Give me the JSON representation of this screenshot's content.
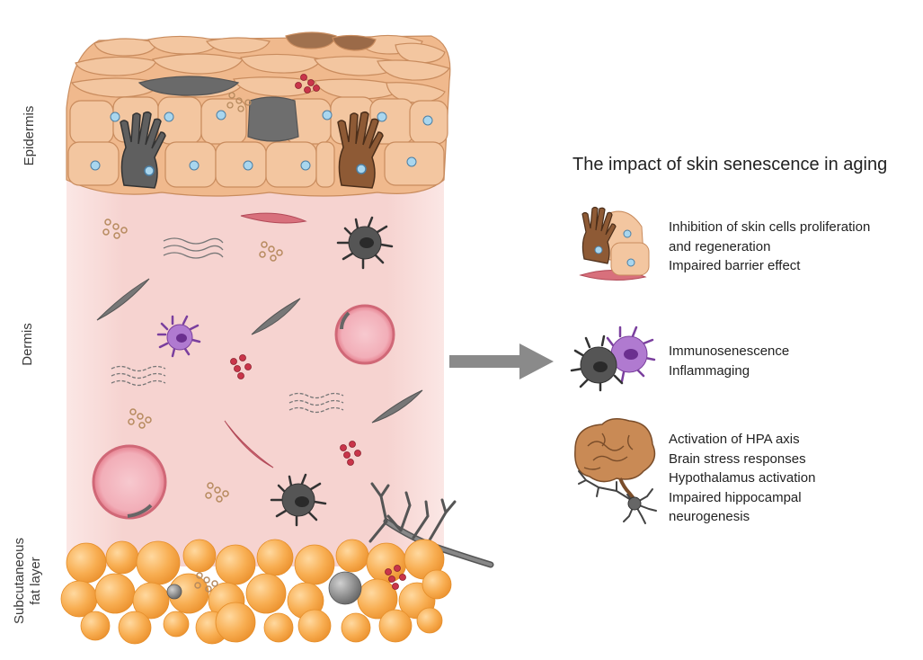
{
  "labels": {
    "epidermis": "Epidermis",
    "dermis": "Dermis",
    "subcutaneous_line1": "Subcutaneous",
    "subcutaneous_line2": "fat layer"
  },
  "title": "The impact of skin senescence in aging",
  "impacts": [
    {
      "icon": "skin-cells-icon",
      "lines": [
        "Inhibition of skin cells proliferation",
        "and regeneration",
        "Impaired barrier effect"
      ]
    },
    {
      "icon": "immune-cells-icon",
      "lines": [
        "Immunosenescence",
        "Inflammaging"
      ]
    },
    {
      "icon": "brain-neuron-icon",
      "lines": [
        "Activation of HPA axis",
        "Brain stress responses",
        "Hypothalamus activation",
        "Impaired hippocampal",
        "neurogenesis"
      ]
    }
  ],
  "colors": {
    "cell": "#f1c39c",
    "cell_stroke": "#c98c5e",
    "dermis": "#f6d6d3",
    "fat": "#f7a94a",
    "senescent_gray": "#6b6b6b",
    "purple": "#9b5bbf",
    "red_dots": "#c9354a",
    "arrow": "#8a8a8a"
  }
}
